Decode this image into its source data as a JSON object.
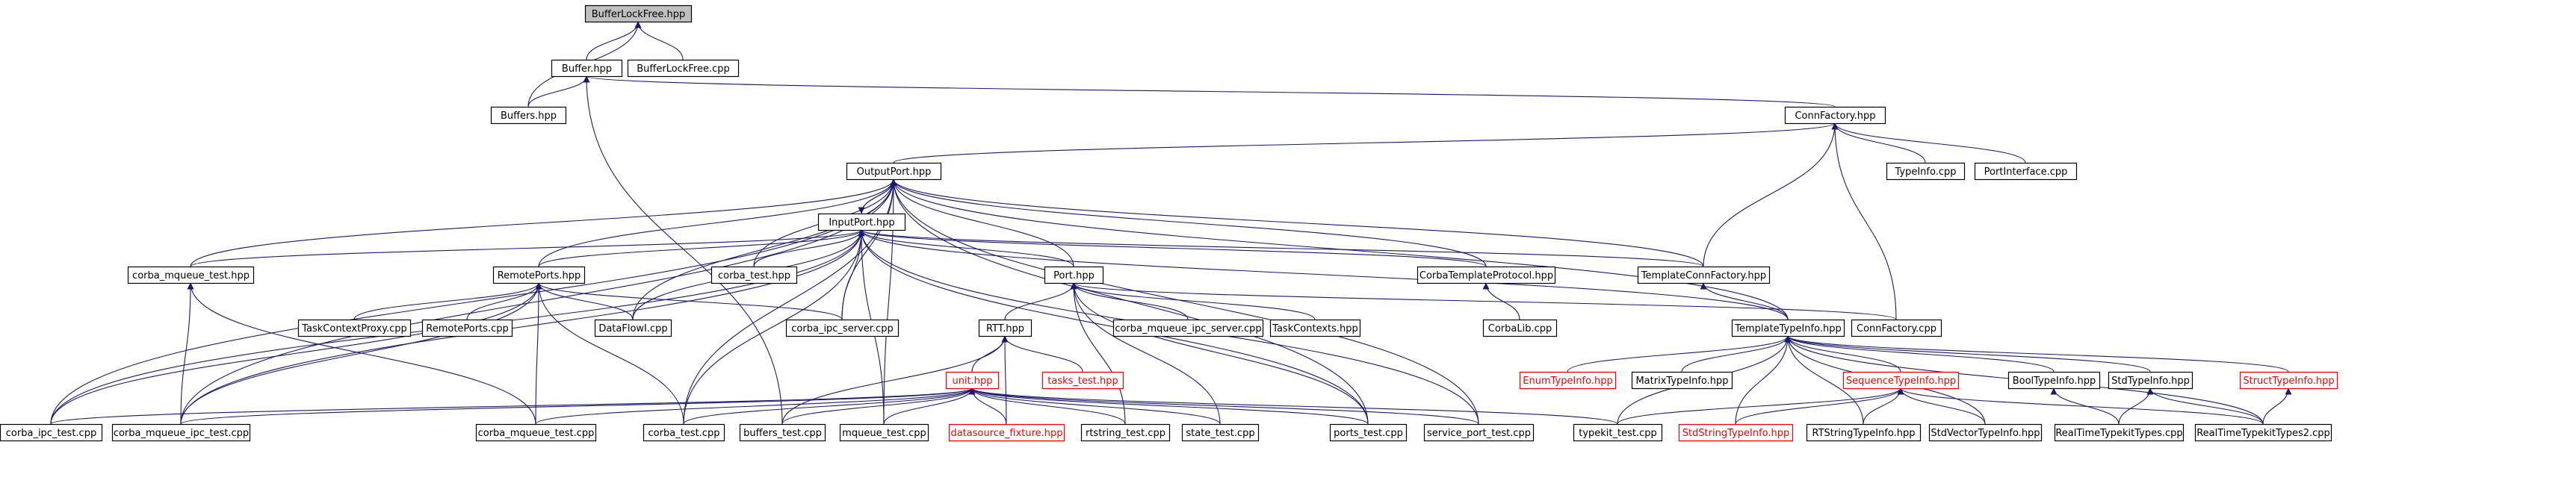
{
  "colors": {
    "edge": "#191970",
    "root_fill": "#bfbfbf",
    "node_border": "#000000",
    "truncated_border": "#ff0000",
    "background": "#ffffff"
  },
  "graph": {
    "nodes": [
      {
        "id": "BufferLockFree.hpp",
        "label": "BufferLockFree.hpp",
        "root": true
      },
      {
        "id": "Buffer.hpp",
        "label": "Buffer.hpp"
      },
      {
        "id": "BufferLockFree.cpp",
        "label": "BufferLockFree.cpp"
      },
      {
        "id": "Buffers.hpp",
        "label": "Buffers.hpp"
      },
      {
        "id": "ConnFactory.hpp",
        "label": "ConnFactory.hpp"
      },
      {
        "id": "OutputPort.hpp",
        "label": "OutputPort.hpp"
      },
      {
        "id": "TypeInfo.cpp",
        "label": "TypeInfo.cpp"
      },
      {
        "id": "PortInterface.cpp",
        "label": "PortInterface.cpp"
      },
      {
        "id": "InputPort.hpp",
        "label": "InputPort.hpp"
      },
      {
        "id": "corba_mqueue_test.hpp",
        "label": "corba_mqueue_test.hpp"
      },
      {
        "id": "RemotePorts.hpp",
        "label": "RemotePorts.hpp"
      },
      {
        "id": "corba_test.hpp",
        "label": "corba_test.hpp"
      },
      {
        "id": "Port.hpp",
        "label": "Port.hpp"
      },
      {
        "id": "CorbaTemplateProtocol.hpp",
        "label": "CorbaTemplateProtocol.hpp"
      },
      {
        "id": "TemplateConnFactory.hpp",
        "label": "TemplateConnFactory.hpp"
      },
      {
        "id": "TaskContextProxy.cpp",
        "label": "TaskContextProxy.cpp"
      },
      {
        "id": "RemotePorts.cpp",
        "label": "RemotePorts.cpp"
      },
      {
        "id": "DataFlowI.cpp",
        "label": "DataFlowI.cpp"
      },
      {
        "id": "corba_ipc_server.cpp",
        "label": "corba_ipc_server.cpp"
      },
      {
        "id": "RTT.hpp",
        "label": "RTT.hpp"
      },
      {
        "id": "corba_mqueue_ipc_server.cpp",
        "label": "corba_mqueue_ipc_server.cpp"
      },
      {
        "id": "TaskContexts.hpp",
        "label": "TaskContexts.hpp"
      },
      {
        "id": "CorbaLib.cpp",
        "label": "CorbaLib.cpp"
      },
      {
        "id": "ConnFactory.cpp",
        "label": "ConnFactory.cpp"
      },
      {
        "id": "TemplateTypeInfo.hpp",
        "label": "TemplateTypeInfo.hpp"
      },
      {
        "id": "tasks_test.hpp",
        "label": "tasks_test.hpp",
        "truncated": true
      },
      {
        "id": "unit.hpp",
        "label": "unit.hpp",
        "truncated": true
      },
      {
        "id": "EnumTypeInfo.hpp",
        "label": "EnumTypeInfo.hpp",
        "truncated": true
      },
      {
        "id": "MatrixTypeInfo.hpp",
        "label": "MatrixTypeInfo.hpp"
      },
      {
        "id": "SequenceTypeInfo.hpp",
        "label": "SequenceTypeInfo.hpp",
        "truncated": true
      },
      {
        "id": "BoolTypeInfo.hpp",
        "label": "BoolTypeInfo.hpp"
      },
      {
        "id": "StdTypeInfo.hpp",
        "label": "StdTypeInfo.hpp"
      },
      {
        "id": "StructTypeInfo.hpp",
        "label": "StructTypeInfo.hpp",
        "truncated": true
      },
      {
        "id": "corba_ipc_test.cpp",
        "label": "corba_ipc_test.cpp"
      },
      {
        "id": "corba_mqueue_ipc_test.cpp",
        "label": "corba_mqueue_ipc_test.cpp"
      },
      {
        "id": "corba_mqueue_test.cpp",
        "label": "corba_mqueue_test.cpp"
      },
      {
        "id": "corba_test.cpp",
        "label": "corba_test.cpp"
      },
      {
        "id": "buffers_test.cpp",
        "label": "buffers_test.cpp"
      },
      {
        "id": "mqueue_test.cpp",
        "label": "mqueue_test.cpp"
      },
      {
        "id": "datasource_fixture.hpp",
        "label": "datasource_fixture.hpp",
        "truncated": true
      },
      {
        "id": "rtstring_test.cpp",
        "label": "rtstring_test.cpp"
      },
      {
        "id": "state_test.cpp",
        "label": "state_test.cpp"
      },
      {
        "id": "ports_test.cpp",
        "label": "ports_test.cpp"
      },
      {
        "id": "service_port_test.cpp",
        "label": "service_port_test.cpp"
      },
      {
        "id": "typekit_test.cpp",
        "label": "typekit_test.cpp"
      },
      {
        "id": "StdStringTypeInfo.hpp",
        "label": "StdStringTypeInfo.hpp",
        "truncated": true
      },
      {
        "id": "RTStringTypeInfo.hpp",
        "label": "RTStringTypeInfo.hpp"
      },
      {
        "id": "StdVectorTypeInfo.hpp",
        "label": "StdVectorTypeInfo.hpp"
      },
      {
        "id": "RealTimeTypekitTypes.cpp",
        "label": "RealTimeTypekitTypes.cpp"
      },
      {
        "id": "RealTimeTypekitTypes2.cpp",
        "label": "RealTimeTypekitTypes2.cpp"
      }
    ],
    "edges": [
      [
        "Buffer.hpp",
        "BufferLockFree.hpp"
      ],
      [
        "BufferLockFree.cpp",
        "BufferLockFree.hpp"
      ],
      [
        "Buffers.hpp",
        "BufferLockFree.hpp"
      ],
      [
        "Buffers.hpp",
        "Buffer.hpp"
      ],
      [
        "ConnFactory.hpp",
        "Buffer.hpp"
      ],
      [
        "buffers_test.cpp",
        "Buffer.hpp"
      ],
      [
        "OutputPort.hpp",
        "ConnFactory.hpp"
      ],
      [
        "TypeInfo.cpp",
        "ConnFactory.hpp"
      ],
      [
        "PortInterface.cpp",
        "ConnFactory.hpp"
      ],
      [
        "TemplateConnFactory.hpp",
        "ConnFactory.hpp"
      ],
      [
        "ConnFactory.cpp",
        "ConnFactory.hpp"
      ],
      [
        "InputPort.hpp",
        "OutputPort.hpp"
      ],
      [
        "corba_mqueue_test.hpp",
        "OutputPort.hpp"
      ],
      [
        "RemotePorts.hpp",
        "OutputPort.hpp"
      ],
      [
        "corba_test.hpp",
        "OutputPort.hpp"
      ],
      [
        "Port.hpp",
        "OutputPort.hpp"
      ],
      [
        "CorbaTemplateProtocol.hpp",
        "OutputPort.hpp"
      ],
      [
        "TemplateConnFactory.hpp",
        "OutputPort.hpp"
      ],
      [
        "TemplateTypeInfo.hpp",
        "OutputPort.hpp"
      ],
      [
        "DataFlowI.cpp",
        "OutputPort.hpp"
      ],
      [
        "corba_ipc_server.cpp",
        "OutputPort.hpp"
      ],
      [
        "corba_ipc_test.cpp",
        "OutputPort.hpp"
      ],
      [
        "corba_mqueue_ipc_test.cpp",
        "OutputPort.hpp"
      ],
      [
        "corba_test.cpp",
        "OutputPort.hpp"
      ],
      [
        "mqueue_test.cpp",
        "OutputPort.hpp"
      ],
      [
        "ports_test.cpp",
        "OutputPort.hpp"
      ],
      [
        "service_port_test.cpp",
        "OutputPort.hpp"
      ],
      [
        "OutputPort.hpp",
        "InputPort.hpp"
      ],
      [
        "corba_mqueue_test.hpp",
        "InputPort.hpp"
      ],
      [
        "RemotePorts.hpp",
        "InputPort.hpp"
      ],
      [
        "corba_test.hpp",
        "InputPort.hpp"
      ],
      [
        "Port.hpp",
        "InputPort.hpp"
      ],
      [
        "CorbaTemplateProtocol.hpp",
        "InputPort.hpp"
      ],
      [
        "TemplateConnFactory.hpp",
        "InputPort.hpp"
      ],
      [
        "TemplateTypeInfo.hpp",
        "InputPort.hpp"
      ],
      [
        "DataFlowI.cpp",
        "InputPort.hpp"
      ],
      [
        "corba_ipc_server.cpp",
        "InputPort.hpp"
      ],
      [
        "corba_ipc_test.cpp",
        "InputPort.hpp"
      ],
      [
        "corba_mqueue_ipc_test.cpp",
        "InputPort.hpp"
      ],
      [
        "corba_test.cpp",
        "InputPort.hpp"
      ],
      [
        "mqueue_test.cpp",
        "InputPort.hpp"
      ],
      [
        "ports_test.cpp",
        "InputPort.hpp"
      ],
      [
        "service_port_test.cpp",
        "InputPort.hpp"
      ],
      [
        "corba_mqueue_ipc_test.cpp",
        "corba_mqueue_test.hpp"
      ],
      [
        "corba_mqueue_test.cpp",
        "corba_mqueue_test.hpp"
      ],
      [
        "TaskContextProxy.cpp",
        "RemotePorts.hpp"
      ],
      [
        "RemotePorts.cpp",
        "RemotePorts.hpp"
      ],
      [
        "DataFlowI.cpp",
        "RemotePorts.hpp"
      ],
      [
        "corba_ipc_server.cpp",
        "RemotePorts.hpp"
      ],
      [
        "corba_ipc_test.cpp",
        "RemotePorts.hpp"
      ],
      [
        "corba_mqueue_ipc_test.cpp",
        "RemotePorts.hpp"
      ],
      [
        "corba_mqueue_test.cpp",
        "RemotePorts.hpp"
      ],
      [
        "corba_test.cpp",
        "RemotePorts.hpp"
      ],
      [
        "RTT.hpp",
        "Port.hpp"
      ],
      [
        "corba_mqueue_ipc_server.cpp",
        "Port.hpp"
      ],
      [
        "TaskContexts.hpp",
        "Port.hpp"
      ],
      [
        "ConnFactory.cpp",
        "Port.hpp"
      ],
      [
        "rtstring_test.cpp",
        "Port.hpp"
      ],
      [
        "state_test.cpp",
        "Port.hpp"
      ],
      [
        "ports_test.cpp",
        "Port.hpp"
      ],
      [
        "CorbaLib.cpp",
        "CorbaTemplateProtocol.hpp"
      ],
      [
        "TemplateTypeInfo.hpp",
        "TemplateConnFactory.hpp"
      ],
      [
        "unit.hpp",
        "RTT.hpp"
      ],
      [
        "tasks_test.hpp",
        "RTT.hpp"
      ],
      [
        "buffers_test.cpp",
        "RTT.hpp"
      ],
      [
        "datasource_fixture.hpp",
        "RTT.hpp"
      ],
      [
        "corba_ipc_test.cpp",
        "unit.hpp"
      ],
      [
        "corba_mqueue_ipc_test.cpp",
        "unit.hpp"
      ],
      [
        "corba_mqueue_test.cpp",
        "unit.hpp"
      ],
      [
        "corba_test.cpp",
        "unit.hpp"
      ],
      [
        "buffers_test.cpp",
        "unit.hpp"
      ],
      [
        "mqueue_test.cpp",
        "unit.hpp"
      ],
      [
        "datasource_fixture.hpp",
        "unit.hpp"
      ],
      [
        "rtstring_test.cpp",
        "unit.hpp"
      ],
      [
        "state_test.cpp",
        "unit.hpp"
      ],
      [
        "ports_test.cpp",
        "unit.hpp"
      ],
      [
        "service_port_test.cpp",
        "unit.hpp"
      ],
      [
        "typekit_test.cpp",
        "unit.hpp"
      ],
      [
        "EnumTypeInfo.hpp",
        "TemplateTypeInfo.hpp"
      ],
      [
        "MatrixTypeInfo.hpp",
        "TemplateTypeInfo.hpp"
      ],
      [
        "SequenceTypeInfo.hpp",
        "TemplateTypeInfo.hpp"
      ],
      [
        "BoolTypeInfo.hpp",
        "TemplateTypeInfo.hpp"
      ],
      [
        "StdTypeInfo.hpp",
        "TemplateTypeInfo.hpp"
      ],
      [
        "StructTypeInfo.hpp",
        "TemplateTypeInfo.hpp"
      ],
      [
        "typekit_test.cpp",
        "TemplateTypeInfo.hpp"
      ],
      [
        "StdStringTypeInfo.hpp",
        "TemplateTypeInfo.hpp"
      ],
      [
        "RTStringTypeInfo.hpp",
        "TemplateTypeInfo.hpp"
      ],
      [
        "StdVectorTypeInfo.hpp",
        "TemplateTypeInfo.hpp"
      ],
      [
        "RealTimeTypekitTypes2.cpp",
        "TemplateTypeInfo.hpp"
      ],
      [
        "typekit_test.cpp",
        "SequenceTypeInfo.hpp"
      ],
      [
        "StdStringTypeInfo.hpp",
        "SequenceTypeInfo.hpp"
      ],
      [
        "RTStringTypeInfo.hpp",
        "SequenceTypeInfo.hpp"
      ],
      [
        "StdVectorTypeInfo.hpp",
        "SequenceTypeInfo.hpp"
      ],
      [
        "RealTimeTypekitTypes2.cpp",
        "SequenceTypeInfo.hpp"
      ],
      [
        "RealTimeTypekitTypes.cpp",
        "BoolTypeInfo.hpp"
      ],
      [
        "RealTimeTypekitTypes.cpp",
        "StdTypeInfo.hpp"
      ],
      [
        "RealTimeTypekitTypes2.cpp",
        "StdTypeInfo.hpp"
      ],
      [
        "RealTimeTypekitTypes2.cpp",
        "StructTypeInfo.hpp"
      ]
    ]
  }
}
